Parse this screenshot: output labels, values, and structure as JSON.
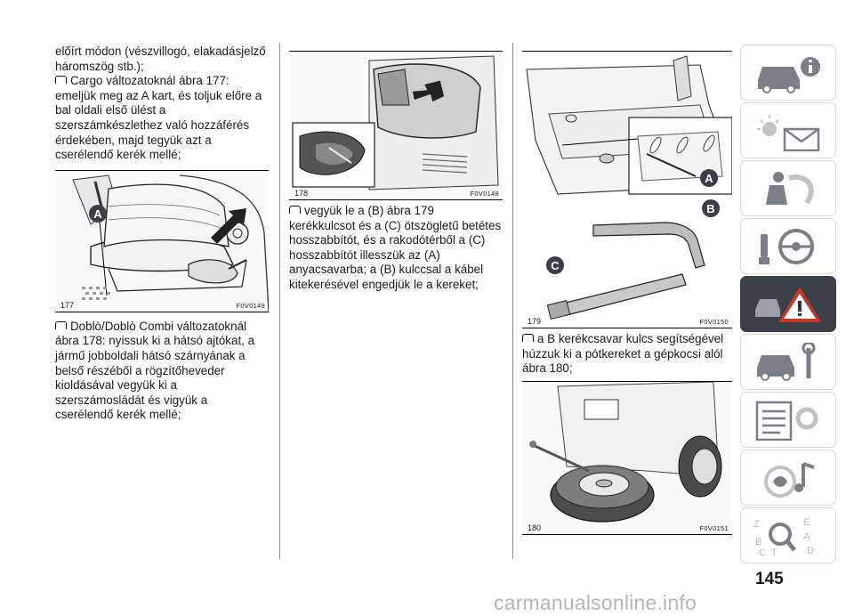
{
  "page_number": "145",
  "watermark": "carmanualsonline.info",
  "column1": {
    "intro": "előírt módon (vészvillogó, elakadásjelző háromszög stb.);",
    "item1": "Cargo változatoknál ábra 177: emeljük meg az A kart, és toljuk előre a bal oldali első ülést a szerszámkészlethez való hozzáférés érdekében, majd tegyük azt a cserélendő kerék mellé;",
    "figure": {
      "number": "177",
      "code": "F0V0149",
      "callout": "A"
    },
    "item2": "Doblò/Doblò Combi változatoknál ábra 178: nyissuk ki a hátsó ajtókat, a jármű jobboldali hátsó szárnyának a belső részéből a rögzítőheveder kioldásával vegyük ki a szerszámosládát és vigyük a cserélendő kerék mellé;"
  },
  "column2": {
    "figure": {
      "number": "178",
      "code": "F0V0148"
    },
    "item1": "vegyük le a (B) ábra 179 kerékkulcsot és a (C) ötszögletű betétes hosszabbítót, és a rakodótérből a (C) hosszabbítót illesszük az (A) anyacsavarba; a (B) kulccsal a kábel kitekerésével engedjük le a kereket;"
  },
  "column3": {
    "figure179": {
      "number": "179",
      "code": "F0V0150",
      "callout_a": "A",
      "callout_b": "B",
      "callout_c": "C"
    },
    "item1": "a B kerékcsavar kulcs segítségével húzzuk ki a pótkereket a gépkocsi alól ábra 180;",
    "figure180": {
      "number": "180",
      "code": "F0V0151"
    }
  },
  "sidebar": {
    "tabs": [
      {
        "name": "car-info-icon",
        "active": false
      },
      {
        "name": "dashboard-warning-icon",
        "active": false
      },
      {
        "name": "safety-airbag-icon",
        "active": false
      },
      {
        "name": "steering-key-icon",
        "active": false
      },
      {
        "name": "emergency-icon",
        "active": true
      },
      {
        "name": "maintenance-icon",
        "active": false
      },
      {
        "name": "technical-data-icon",
        "active": false
      },
      {
        "name": "multimedia-icon",
        "active": false
      },
      {
        "name": "index-icon",
        "active": false
      }
    ],
    "index_letters": [
      "Z",
      "E",
      "B",
      "A",
      "C",
      "T",
      "D"
    ],
    "colors": {
      "tab_bg": "#ffffff",
      "active_bg": "#3c4147",
      "icon_gray": "#7a7f85",
      "warning_red": "#c0392b"
    }
  }
}
